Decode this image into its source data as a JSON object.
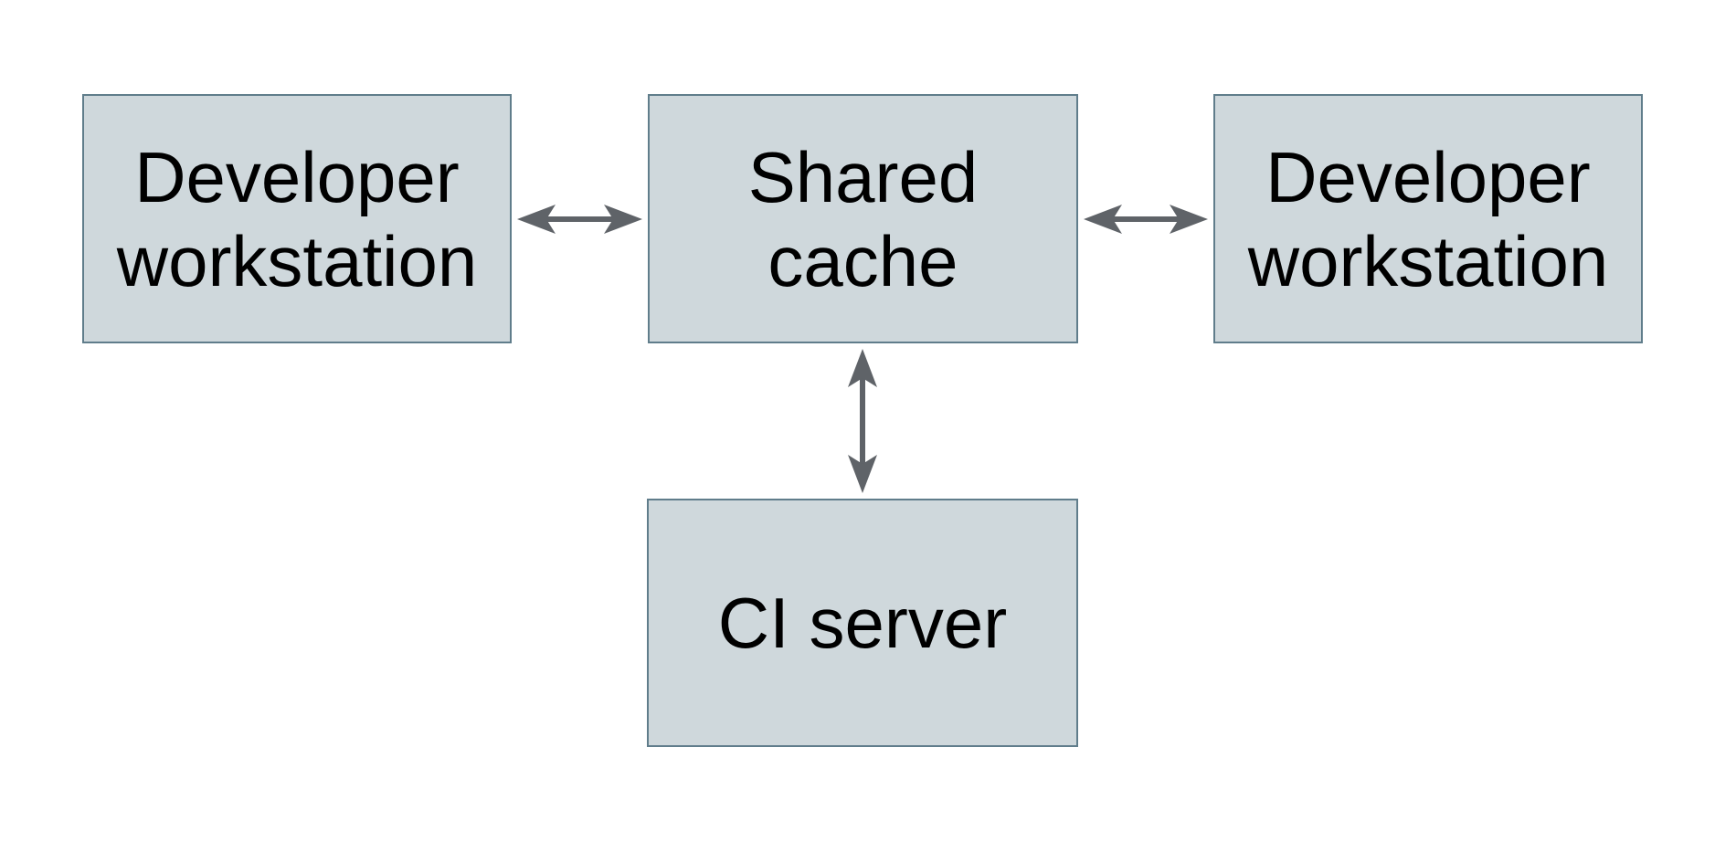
{
  "diagram": {
    "title": "",
    "colors": {
      "background": "#ffffff",
      "node_fill": "#cfd8dc",
      "node_border": "#607d8b",
      "arrow": "#5f6368",
      "text": "#000000"
    },
    "nodes": [
      {
        "id": "developer-workstation-left",
        "lines": [
          "Developer",
          "workstation"
        ]
      },
      {
        "id": "shared-cache",
        "lines": [
          "Shared",
          "cache"
        ]
      },
      {
        "id": "developer-workstation-right",
        "lines": [
          "Developer",
          "workstation"
        ]
      },
      {
        "id": "ci-server",
        "lines": [
          "CI server"
        ]
      }
    ],
    "edges": [
      {
        "id": "dev-left-shared-cache",
        "from": "developer-workstation-left",
        "to": "shared-cache",
        "direction": "bidirectional"
      },
      {
        "id": "shared-cache-dev-right",
        "from": "shared-cache",
        "to": "developer-workstation-right",
        "direction": "bidirectional"
      },
      {
        "id": "shared-cache-ci-server",
        "from": "shared-cache",
        "to": "ci-server",
        "direction": "bidirectional"
      }
    ]
  }
}
